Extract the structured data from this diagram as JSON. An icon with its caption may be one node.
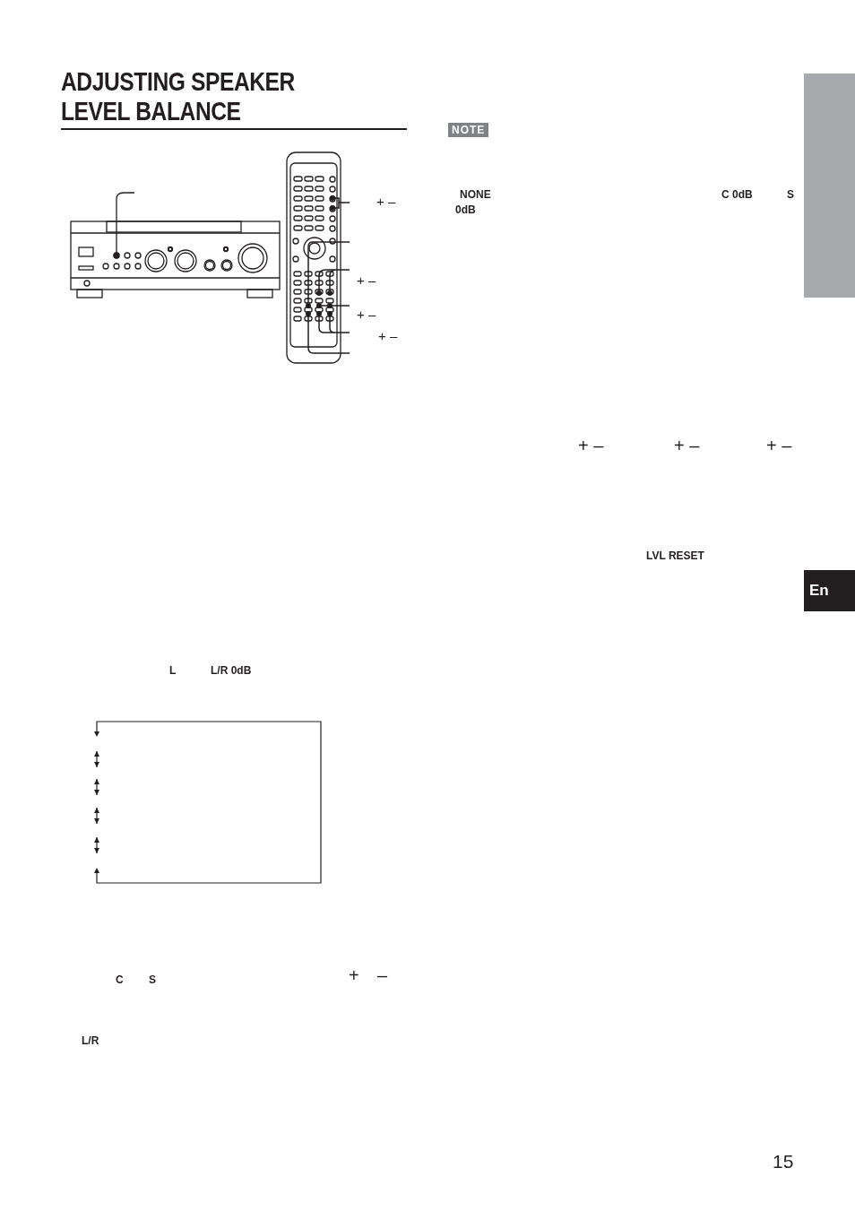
{
  "diagram": {
    "title": "ADJUSTING SPEAKER LEVEL BALANCE",
    "nodes": [
      {
        "text": [],
        "shape": "bar"
      }
    ],
    "labels": [
      "+ –",
      "+ –",
      "+ –",
      "+ –",
      "L",
      "L/R 0dB",
      "C",
      "S",
      "+",
      "–",
      "L/R",
      "NOTE",
      "NONE",
      "C 0dB",
      "S",
      "0dB",
      "+ –",
      "+ –",
      "+ –",
      "LVL RESET",
      "En",
      "15"
    ]
  }
}
